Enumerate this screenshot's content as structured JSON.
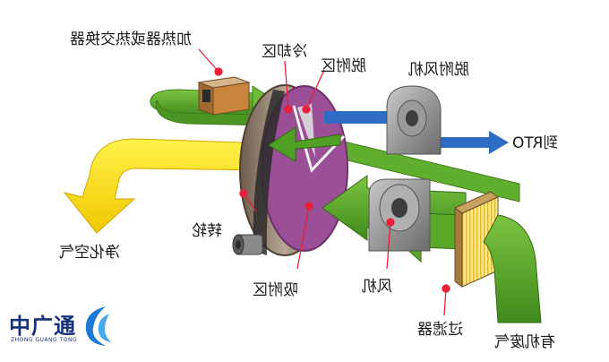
{
  "labels": {
    "heater": "加热器或热交换器",
    "cooling_zone": "冷却区",
    "desorption_zone": "脱附区",
    "desorption_fan": "脱附风机",
    "to_rto": "到RTO",
    "rotor": "转轮",
    "clean_air": "净化空气",
    "adsorption_zone": "吸附区",
    "fan": "风机",
    "filter": "过滤器",
    "organic_waste_gas": "有机废气"
  },
  "brand": {
    "name_cn": "中广通",
    "name_en": "ZHONG GUANG TONG"
  },
  "colors": {
    "green_flow": "#5aa829",
    "green_dark": "#3f7d1a",
    "yellow_flow": "#ffe11a",
    "blue_flow": "#2f6cc4",
    "rotor_purple": "#9b4f96",
    "rotor_rim": "#8a7766",
    "marker_red": "#e8203a",
    "brand_blue": "#16307a"
  }
}
